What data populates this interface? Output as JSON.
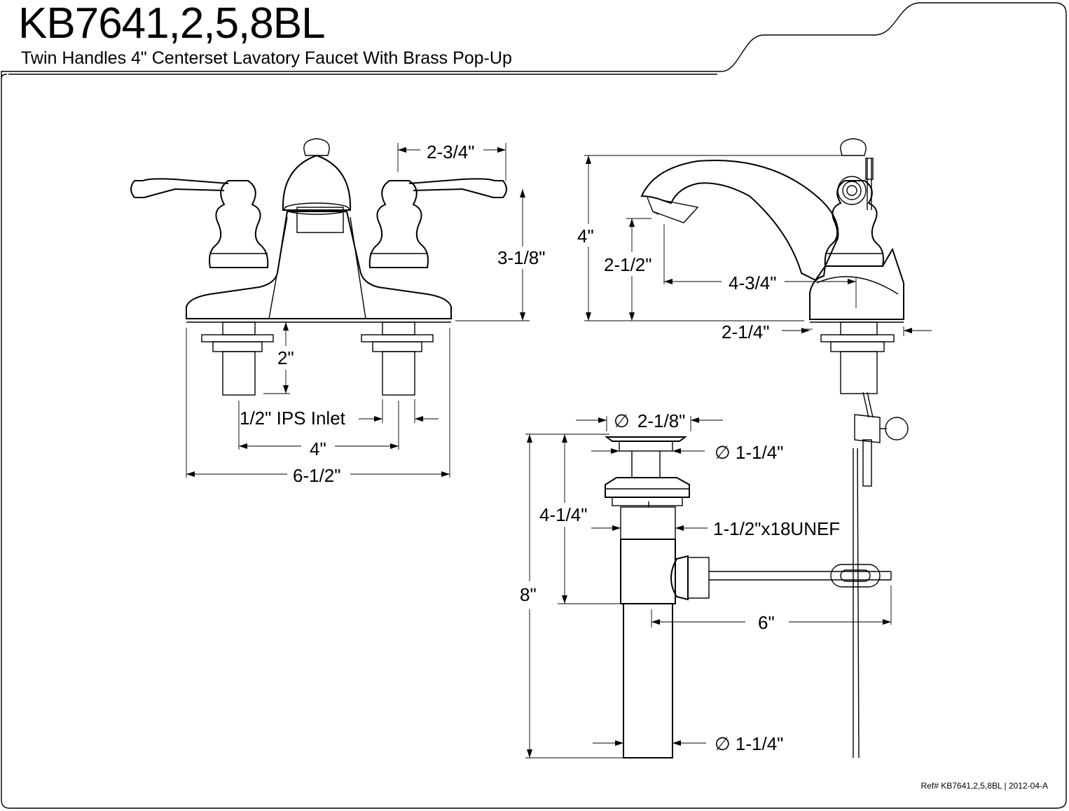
{
  "header": {
    "model": "KB7641,2,5,8BL",
    "description": "Twin Handles 4\" Centerset Lavatory Faucet With Brass Pop-Up"
  },
  "footer": {
    "reference": "Ref# KB7641,2,5,8BL | 2012-04-A"
  },
  "front_view": {
    "spout_offset": "2-3/4\"",
    "height_above_deck": "3-1/8\"",
    "shank_length": "2\"",
    "inlet": "1/2\" IPS Inlet",
    "center_spacing": "4\"",
    "overall_width": "6-1/2\""
  },
  "side_view": {
    "overall_height": "4\"",
    "spout_clearance": "2-1/2\"",
    "spout_reach": "4-3/4\"",
    "base_depth": "2-1/4\""
  },
  "drain_view": {
    "flange_diameter": "2-1/8\"",
    "stopper_diameter": "1-1/4\"",
    "body_height": "4-1/4\"",
    "thread_spec": "1-1/2\"x18UNEF",
    "overall_length": "8\"",
    "lift_rod_offset": "6\"",
    "tailpiece_diameter": "1-1/4\""
  },
  "symbols": {
    "diameter": "∅"
  }
}
